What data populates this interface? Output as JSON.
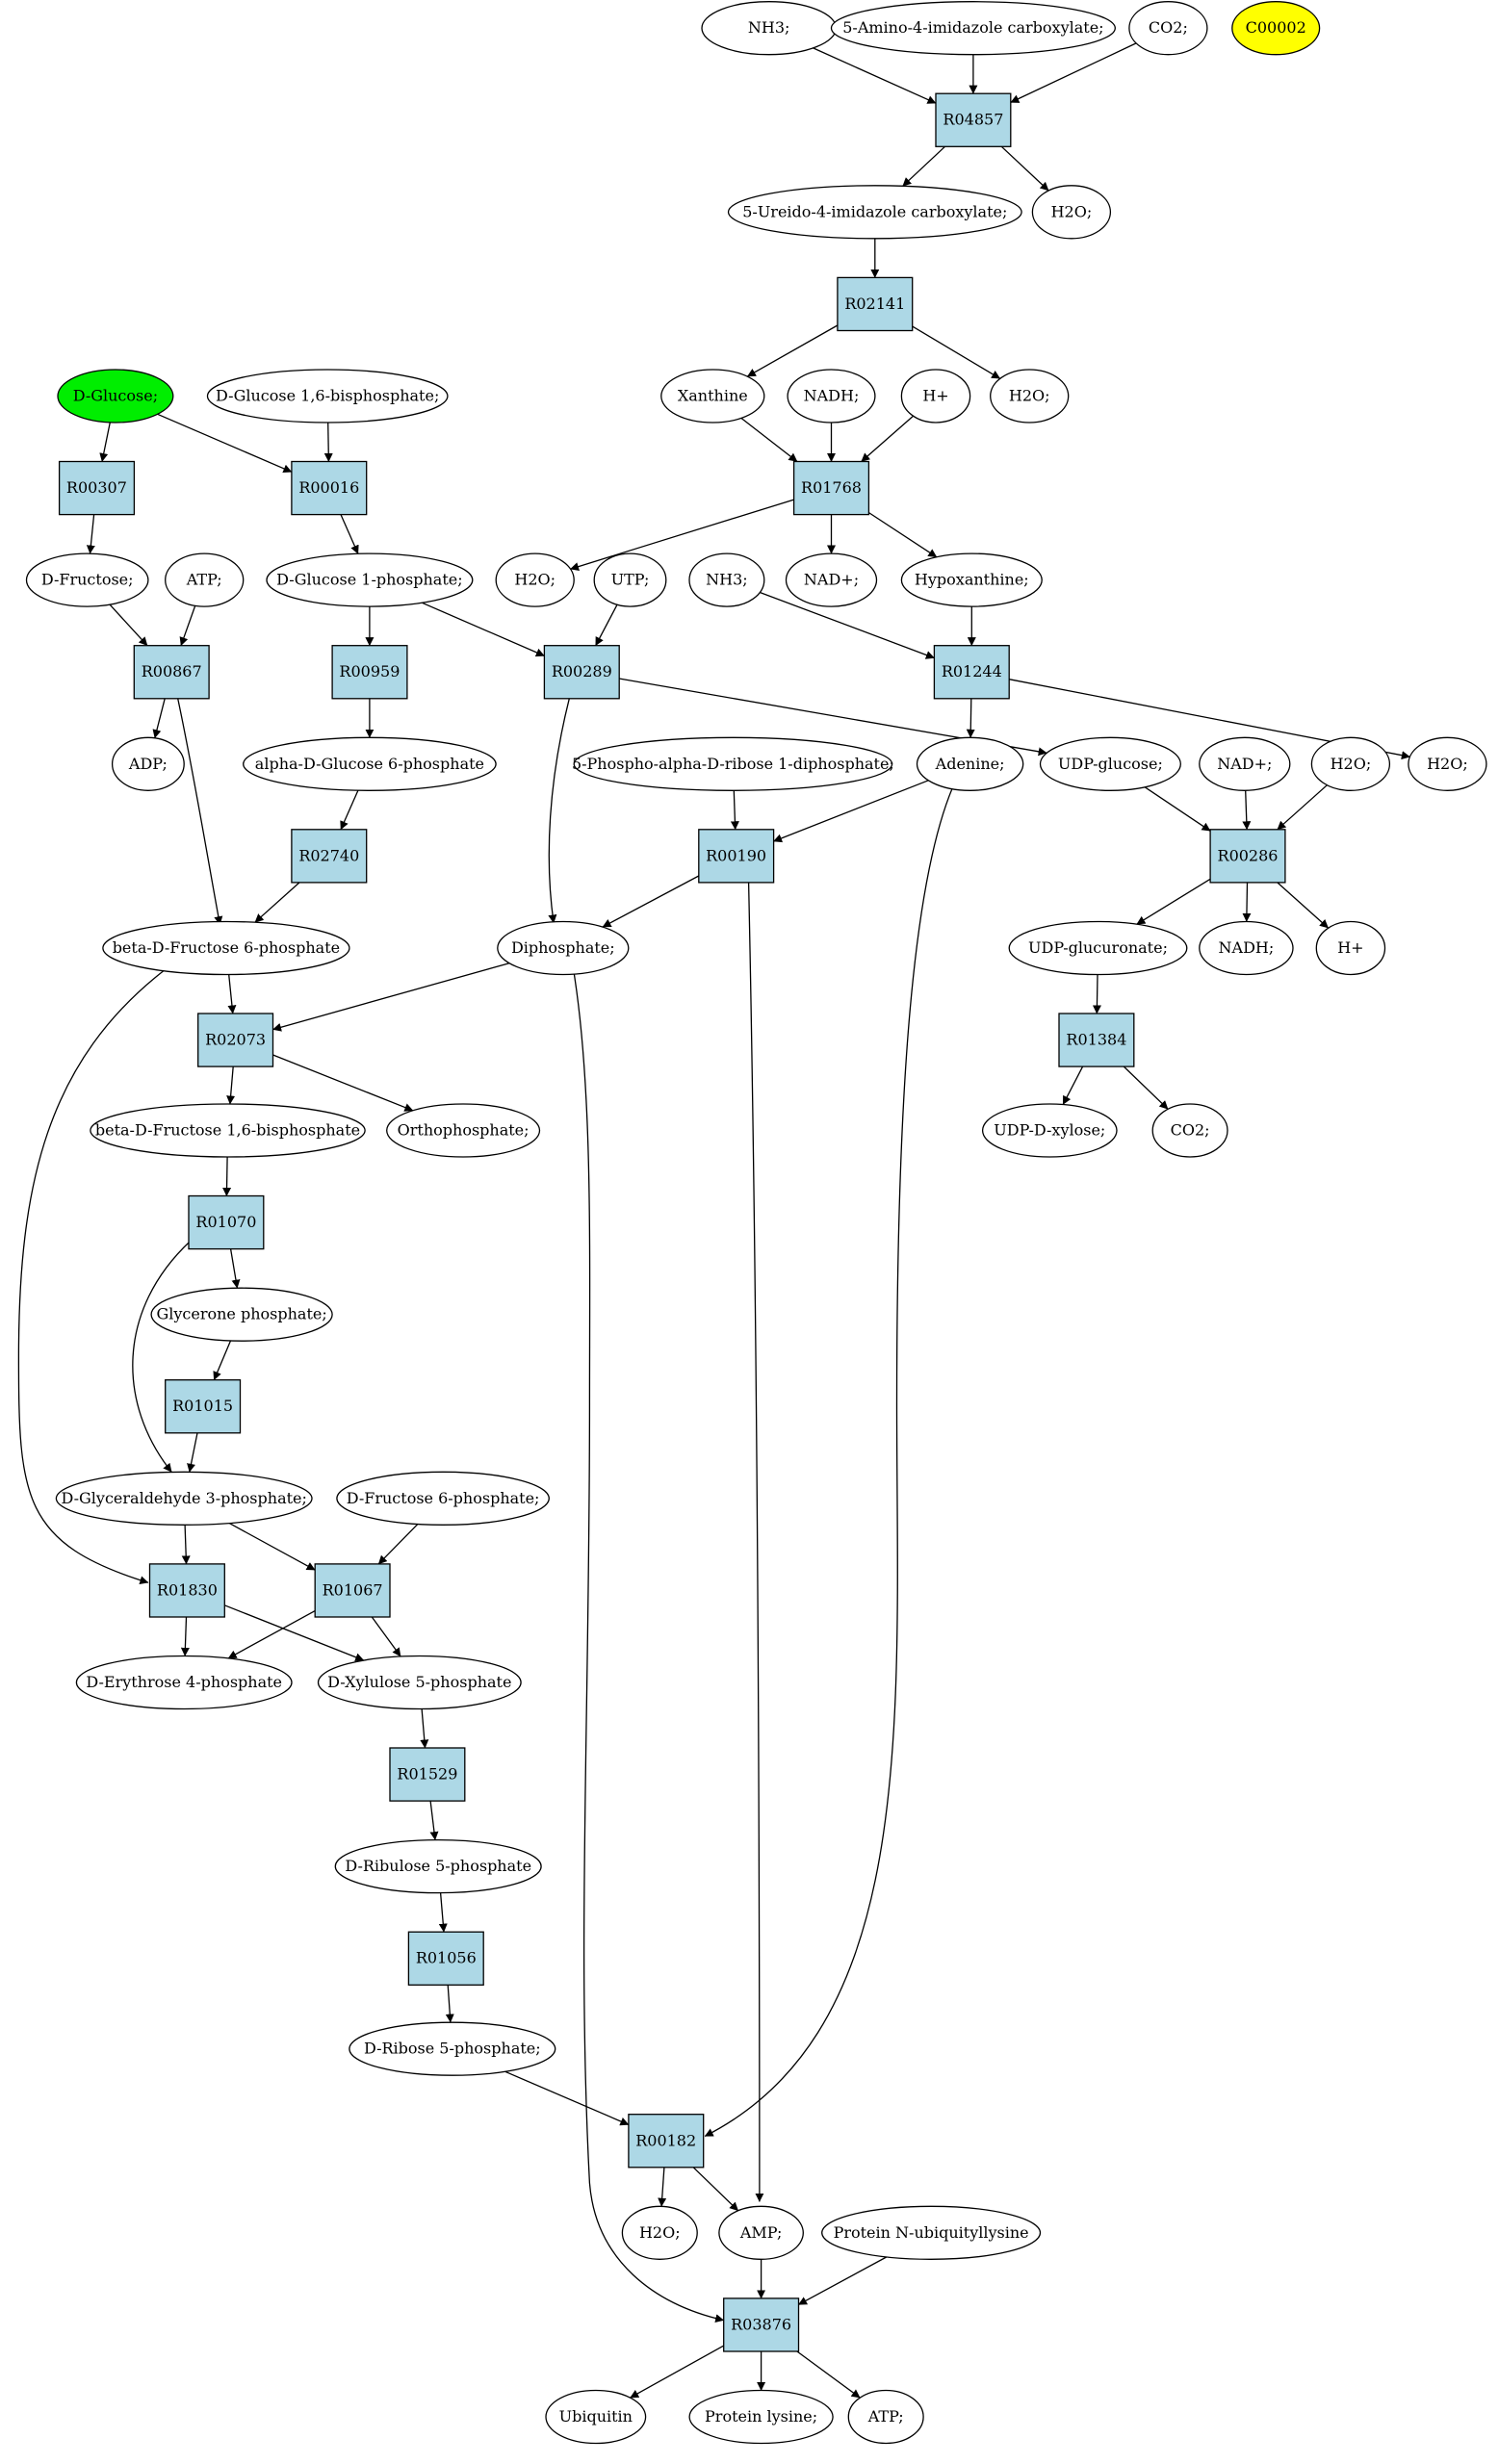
{
  "colors": {
    "reaction_fill": "#add8e6",
    "compound_fill": "#ffffff",
    "source_fill": "#00ee00",
    "highlight_fill": "#ffff00",
    "stroke": "#000000"
  },
  "nodes": [
    {
      "id": "NH3_top",
      "label": "NH3;",
      "kind": "compound"
    },
    {
      "id": "AICA",
      "label": "5-Amino-4-imidazole carboxylate;",
      "kind": "compound"
    },
    {
      "id": "CO2_top",
      "label": "CO2;",
      "kind": "compound"
    },
    {
      "id": "C00002",
      "label": "C00002",
      "kind": "highlight"
    },
    {
      "id": "R04857",
      "label": "R04857",
      "kind": "reaction"
    },
    {
      "id": "UIC",
      "label": "5-Ureido-4-imidazole carboxylate;",
      "kind": "compound"
    },
    {
      "id": "H2O_a",
      "label": "H2O;",
      "kind": "compound"
    },
    {
      "id": "R02141",
      "label": "R02141",
      "kind": "reaction"
    },
    {
      "id": "DGlucose",
      "label": "D-Glucose;",
      "kind": "source"
    },
    {
      "id": "DG16BP",
      "label": "D-Glucose 1,6-bisphosphate;",
      "kind": "compound"
    },
    {
      "id": "Xanthine",
      "label": "Xanthine",
      "kind": "compound"
    },
    {
      "id": "NADH_a",
      "label": "NADH;",
      "kind": "compound"
    },
    {
      "id": "Hplus_a",
      "label": "H+",
      "kind": "compound"
    },
    {
      "id": "H2O_b",
      "label": "H2O;",
      "kind": "compound"
    },
    {
      "id": "R00307",
      "label": "R00307",
      "kind": "reaction"
    },
    {
      "id": "R00016",
      "label": "R00016",
      "kind": "reaction"
    },
    {
      "id": "R01768",
      "label": "R01768",
      "kind": "reaction"
    },
    {
      "id": "DFructose",
      "label": "D-Fructose;",
      "kind": "compound"
    },
    {
      "id": "ATP_a",
      "label": "ATP;",
      "kind": "compound"
    },
    {
      "id": "DG1P",
      "label": "D-Glucose 1-phosphate;",
      "kind": "compound"
    },
    {
      "id": "H2O_c",
      "label": "H2O;",
      "kind": "compound"
    },
    {
      "id": "UTP",
      "label": "UTP;",
      "kind": "compound"
    },
    {
      "id": "NH3_b",
      "label": "NH3;",
      "kind": "compound"
    },
    {
      "id": "NADplus_a",
      "label": "NAD+;",
      "kind": "compound"
    },
    {
      "id": "Hypoxanthine",
      "label": "Hypoxanthine;",
      "kind": "compound"
    },
    {
      "id": "R00867",
      "label": "R00867",
      "kind": "reaction"
    },
    {
      "id": "R00959",
      "label": "R00959",
      "kind": "reaction"
    },
    {
      "id": "R00289",
      "label": "R00289",
      "kind": "reaction"
    },
    {
      "id": "R01244",
      "label": "R01244",
      "kind": "reaction"
    },
    {
      "id": "ADP",
      "label": "ADP;",
      "kind": "compound"
    },
    {
      "id": "aDG6P",
      "label": "alpha-D-Glucose 6-phosphate",
      "kind": "compound"
    },
    {
      "id": "PRPP",
      "label": "5-Phospho-alpha-D-ribose 1-diphosphate;",
      "kind": "compound"
    },
    {
      "id": "Adenine",
      "label": "Adenine;",
      "kind": "compound"
    },
    {
      "id": "UDPglucose",
      "label": "UDP-glucose;",
      "kind": "compound"
    },
    {
      "id": "NADplus_b",
      "label": "NAD+;",
      "kind": "compound"
    },
    {
      "id": "H2O_d",
      "label": "H2O;",
      "kind": "compound"
    },
    {
      "id": "H2O_e",
      "label": "H2O;",
      "kind": "compound"
    },
    {
      "id": "R02740",
      "label": "R02740",
      "kind": "reaction"
    },
    {
      "id": "R00190",
      "label": "R00190",
      "kind": "reaction"
    },
    {
      "id": "R00286",
      "label": "R00286",
      "kind": "reaction"
    },
    {
      "id": "bDF6P",
      "label": "beta-D-Fructose 6-phosphate",
      "kind": "compound"
    },
    {
      "id": "Diphosphate",
      "label": "Diphosphate;",
      "kind": "compound"
    },
    {
      "id": "UDPglucuronate",
      "label": "UDP-glucuronate;",
      "kind": "compound"
    },
    {
      "id": "NADH_b",
      "label": "NADH;",
      "kind": "compound"
    },
    {
      "id": "Hplus_b",
      "label": "H+",
      "kind": "compound"
    },
    {
      "id": "R02073",
      "label": "R02073",
      "kind": "reaction"
    },
    {
      "id": "R01384",
      "label": "R01384",
      "kind": "reaction"
    },
    {
      "id": "bDF16BP",
      "label": "beta-D-Fructose 1,6-bisphosphate",
      "kind": "compound"
    },
    {
      "id": "Orthophosphate",
      "label": "Orthophosphate;",
      "kind": "compound"
    },
    {
      "id": "UDPxylose",
      "label": "UDP-D-xylose;",
      "kind": "compound"
    },
    {
      "id": "CO2_b",
      "label": "CO2;",
      "kind": "compound"
    },
    {
      "id": "R01070",
      "label": "R01070",
      "kind": "reaction"
    },
    {
      "id": "GlyceroneP",
      "label": "Glycerone phosphate;",
      "kind": "compound"
    },
    {
      "id": "R01015",
      "label": "R01015",
      "kind": "reaction"
    },
    {
      "id": "DGA3P",
      "label": "D-Glyceraldehyde 3-phosphate;",
      "kind": "compound"
    },
    {
      "id": "DF6P",
      "label": "D-Fructose 6-phosphate;",
      "kind": "compound"
    },
    {
      "id": "R01830",
      "label": "R01830",
      "kind": "reaction"
    },
    {
      "id": "R01067",
      "label": "R01067",
      "kind": "reaction"
    },
    {
      "id": "DE4P",
      "label": "D-Erythrose 4-phosphate",
      "kind": "compound"
    },
    {
      "id": "DX5P",
      "label": "D-Xylulose 5-phosphate",
      "kind": "compound"
    },
    {
      "id": "R01529",
      "label": "R01529",
      "kind": "reaction"
    },
    {
      "id": "DRu5P",
      "label": "D-Ribulose 5-phosphate",
      "kind": "compound"
    },
    {
      "id": "R01056",
      "label": "R01056",
      "kind": "reaction"
    },
    {
      "id": "DR5P",
      "label": "D-Ribose 5-phosphate;",
      "kind": "compound"
    },
    {
      "id": "R00182",
      "label": "R00182",
      "kind": "reaction"
    },
    {
      "id": "H2O_f",
      "label": "H2O;",
      "kind": "compound"
    },
    {
      "id": "AMP",
      "label": "AMP;",
      "kind": "compound"
    },
    {
      "id": "ProtNUbiq",
      "label": "Protein N-ubiquityllysine",
      "kind": "compound"
    },
    {
      "id": "R03876",
      "label": "R03876",
      "kind": "reaction"
    },
    {
      "id": "Ubiquitin",
      "label": "Ubiquitin",
      "kind": "compound"
    },
    {
      "id": "ProteinLysine",
      "label": "Protein lysine;",
      "kind": "compound"
    },
    {
      "id": "ATP_b",
      "label": "ATP;",
      "kind": "compound"
    }
  ],
  "edges": [
    [
      "NH3_top",
      "R04857"
    ],
    [
      "AICA",
      "R04857"
    ],
    [
      "CO2_top",
      "R04857"
    ],
    [
      "R04857",
      "UIC"
    ],
    [
      "R04857",
      "H2O_a"
    ],
    [
      "UIC",
      "R02141"
    ],
    [
      "R02141",
      "Xanthine"
    ],
    [
      "R02141",
      "H2O_b"
    ],
    [
      "Xanthine",
      "R01768"
    ],
    [
      "NADH_a",
      "R01768"
    ],
    [
      "Hplus_a",
      "R01768"
    ],
    [
      "R01768",
      "H2O_c"
    ],
    [
      "R01768",
      "NADplus_a"
    ],
    [
      "R01768",
      "Hypoxanthine"
    ],
    [
      "Hypoxanthine",
      "R01244"
    ],
    [
      "NH3_b",
      "R01244"
    ],
    [
      "R01244",
      "Adenine"
    ],
    [
      "R01244",
      "H2O_e"
    ],
    [
      "DGlucose",
      "R00307"
    ],
    [
      "DGlucose",
      "R00016"
    ],
    [
      "DG16BP",
      "R00016"
    ],
    [
      "R00307",
      "DFructose"
    ],
    [
      "R00016",
      "DG1P"
    ],
    [
      "DFructose",
      "R00867"
    ],
    [
      "ATP_a",
      "R00867"
    ],
    [
      "R00867",
      "ADP"
    ],
    [
      "R00867",
      "bDF6P"
    ],
    [
      "DG1P",
      "R00959"
    ],
    [
      "DG1P",
      "R00289"
    ],
    [
      "UTP",
      "R00289"
    ],
    [
      "R00959",
      "aDG6P"
    ],
    [
      "aDG6P",
      "R02740"
    ],
    [
      "R02740",
      "bDF6P"
    ],
    [
      "R00289",
      "UDPglucose"
    ],
    [
      "R00289",
      "Diphosphate"
    ],
    [
      "PRPP",
      "R00190"
    ],
    [
      "Adenine",
      "R00190"
    ],
    [
      "Adenine",
      "R00182"
    ],
    [
      "R00190",
      "Diphosphate"
    ],
    [
      "R00190",
      "AMP"
    ],
    [
      "UDPglucose",
      "R00286"
    ],
    [
      "NADplus_b",
      "R00286"
    ],
    [
      "H2O_d",
      "R00286"
    ],
    [
      "R00286",
      "UDPglucuronate"
    ],
    [
      "R00286",
      "NADH_b"
    ],
    [
      "R00286",
      "Hplus_b"
    ],
    [
      "UDPglucuronate",
      "R01384"
    ],
    [
      "R01384",
      "UDPxylose"
    ],
    [
      "R01384",
      "CO2_b"
    ],
    [
      "bDF6P",
      "R02073"
    ],
    [
      "Diphosphate",
      "R02073"
    ],
    [
      "bDF6P",
      "R01830"
    ],
    [
      "Diphosphate",
      "R03876"
    ],
    [
      "R02073",
      "bDF16BP"
    ],
    [
      "R02073",
      "Orthophosphate"
    ],
    [
      "bDF16BP",
      "R01070"
    ],
    [
      "R01070",
      "GlyceroneP"
    ],
    [
      "R01070",
      "DGA3P"
    ],
    [
      "GlyceroneP",
      "R01015"
    ],
    [
      "R01015",
      "DGA3P"
    ],
    [
      "DGA3P",
      "R01830"
    ],
    [
      "DGA3P",
      "R01067"
    ],
    [
      "DF6P",
      "R01067"
    ],
    [
      "R01830",
      "DE4P"
    ],
    [
      "R01830",
      "DX5P"
    ],
    [
      "R01067",
      "DE4P"
    ],
    [
      "R01067",
      "DX5P"
    ],
    [
      "DX5P",
      "R01529"
    ],
    [
      "R01529",
      "DRu5P"
    ],
    [
      "DRu5P",
      "R01056"
    ],
    [
      "R01056",
      "DR5P"
    ],
    [
      "DR5P",
      "R00182"
    ],
    [
      "R00182",
      "H2O_f"
    ],
    [
      "R00182",
      "AMP"
    ],
    [
      "AMP",
      "R03876"
    ],
    [
      "ProtNUbiq",
      "R03876"
    ],
    [
      "R03876",
      "Ubiquitin"
    ],
    [
      "R03876",
      "ProteinLysine"
    ],
    [
      "R03876",
      "ATP_b"
    ]
  ]
}
